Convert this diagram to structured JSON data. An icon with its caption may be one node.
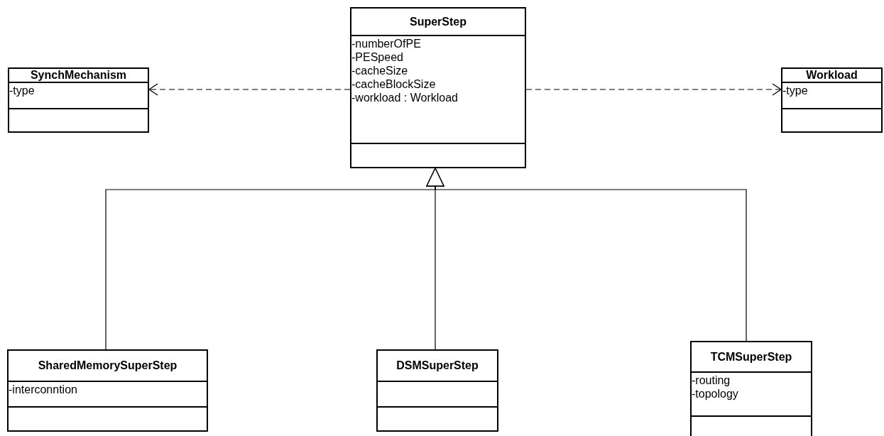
{
  "diagram": {
    "nodes": [
      {
        "text": [
          "SuperStep",
          "-numberOfPE",
          "-PESpeed",
          "-cacheSize",
          "-cacheBlockSize",
          "-workload : Workload"
        ]
      },
      {
        "text": [
          "SynchMechanism",
          "-type"
        ]
      },
      {
        "text": [
          "Workload",
          "-type"
        ]
      },
      {
        "text": [
          "SharedMemorySuperStep",
          "-interconntion"
        ]
      },
      {
        "text": [
          "DSMSuperStep"
        ]
      },
      {
        "text": [
          "TCMSuperStep",
          "-routing",
          "-topology"
        ]
      }
    ],
    "edges": [
      {
        "from": 0,
        "to": 1,
        "arrow": "to",
        "style": "dashed"
      },
      {
        "from": 0,
        "to": 2,
        "arrow": "to",
        "style": "dashed"
      },
      {
        "from": 3,
        "to": 0,
        "arrow": "to"
      },
      {
        "from": 4,
        "to": 0,
        "arrow": "to"
      },
      {
        "from": 5,
        "to": 0,
        "arrow": "to"
      }
    ]
  }
}
